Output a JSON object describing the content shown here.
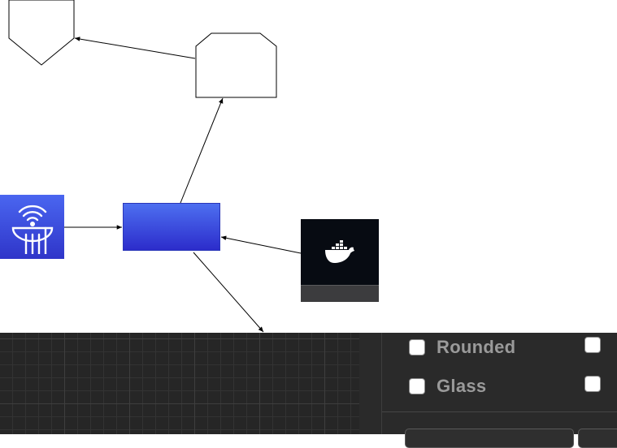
{
  "diagram": {
    "shapes": [
      {
        "kind": "pentagon",
        "fill": "#ffffff",
        "stroke": "#000000"
      },
      {
        "kind": "octagon",
        "fill": "#ffffff",
        "stroke": "#000000"
      },
      {
        "kind": "rectangle",
        "fill": "#3f4fe0",
        "stroke": "#2a36b8"
      },
      {
        "kind": "satellite-icon-tile",
        "icon": "satellite-dish-icon",
        "fill": "#3a48dc"
      },
      {
        "kind": "docker-icon-tile",
        "icon": "docker-whale-icon",
        "fill": "#070b12"
      }
    ],
    "connectors": [
      {
        "from": "octagon",
        "to": "pentagon"
      },
      {
        "from": "blue-rectangle",
        "to": "octagon"
      },
      {
        "from": "satellite-icon-tile",
        "to": "blue-rectangle"
      },
      {
        "from": "docker-icon-tile",
        "to": "blue-rectangle"
      },
      {
        "from": "blue-rectangle",
        "to": "bottom-edge"
      }
    ]
  },
  "format_panel": {
    "options": [
      {
        "label": "Rounded",
        "checked": false
      },
      {
        "label": "Glass",
        "checked": false
      }
    ],
    "colors": {
      "panel_bg": "#2a2a2a",
      "label": "#9a9a9a",
      "checkbox": "#ffffff"
    }
  }
}
